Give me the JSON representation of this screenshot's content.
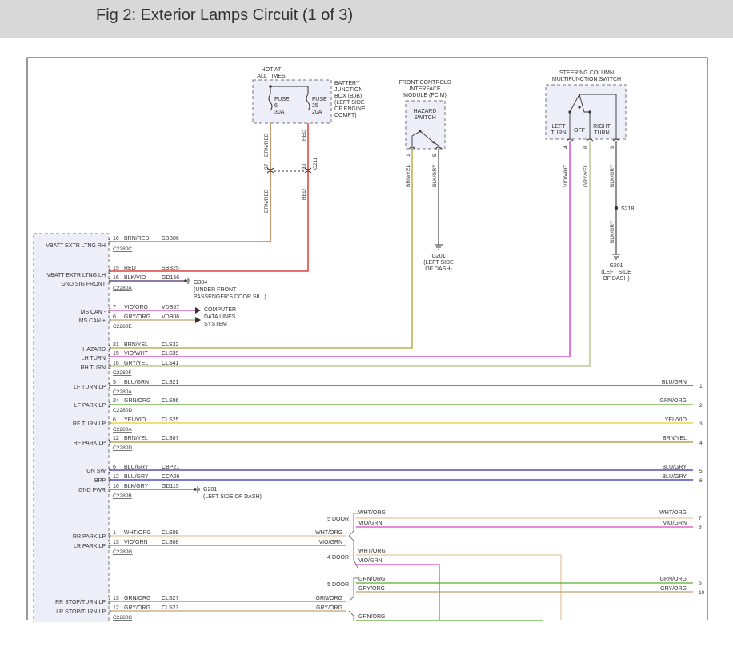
{
  "page_title": "Fig 2: Exterior Lamps Circuit (1 of 3)",
  "top": {
    "hot_at": [
      "HOT AT",
      "ALL TIMES"
    ],
    "bjb": [
      "BATTERY",
      "JUNCTION",
      "BOX (BJB)",
      "(LEFT SIDE",
      "OF ENGINE",
      "COMPT)"
    ],
    "fuse1": [
      "FUSE",
      "6",
      "30A"
    ],
    "fuse2": [
      "FUSE",
      "25",
      "20A"
    ],
    "wire_brnred": "BRN/RED",
    "wire_red": "RED",
    "pin37": "37",
    "pin30": "30",
    "c211": "C211",
    "fcim": [
      "FRONT CONTROLS",
      "INTERFACE",
      "MODULE (FCIM)"
    ],
    "hazard_switch": [
      "HAZARD",
      "SWITCH"
    ],
    "fcim_pin1": "1",
    "fcim_pin5": "5",
    "wire_brnyel": "BRN/YEL",
    "wire_blkgry": "BLK/GRY",
    "g201_mid": [
      "G201",
      "(LEFT SIDE",
      "OF DASH)"
    ],
    "steering": [
      "STEERING COLUMN",
      "MULTIFUNCTION SWITCH"
    ],
    "left_turn": [
      "LEFT",
      "TURN"
    ],
    "off": "OFF",
    "right_turn": [
      "RIGHT",
      "TURN"
    ],
    "sc_pin4": "4",
    "sc_pin8": "8",
    "sc_pin9": "9",
    "wire_viowht": "VIO/WHT",
    "wire_gryyel": "GRY/YEL",
    "wire_blkgry2": "BLK/GRY",
    "s218": "S218",
    "wire_blkgry3": "BLK/GRY",
    "g201_right": [
      "G201",
      "(LEFT SIDE",
      "OF DASH)"
    ]
  },
  "module": {
    "vbatt_rh": "VBATT EXTR LTNG RH",
    "vbatt_lh": "VBATT EXTR LTNG LH",
    "gnd_sig_front": "GND SIG FRONT",
    "ms_can_minus": "MS CAN -",
    "ms_can_plus": "MS CAN +",
    "hazard": "HAZARD",
    "lh_turn": "LH TURN",
    "rh_turn": "RH TURN",
    "lf_turn_lp": "LF TURN LP",
    "lf_park_lp": "LF PARK LP",
    "rf_turn_lp": "RF TURN LP",
    "rf_park_lp": "RF PARK LP",
    "ign_sw": "IGN SW",
    "bpp": "BPP",
    "gnd_pwr": "GND PWR",
    "rr_park_lp": "RR PARK LP",
    "lr_park_lp": "LR PARK LP",
    "rr_stop_turn_lp": "RR STOP/TURN LP",
    "lr_stop_turn_lp": "LR STOP/TURN LP"
  },
  "rows": {
    "r1": {
      "pin": "16",
      "color": "BRN/RED",
      "circuit": "SBB06",
      "conn": "C2280C"
    },
    "r2": {
      "pin": "15",
      "color": "RED",
      "circuit": "SBB25"
    },
    "r3": {
      "pin": "16",
      "color": "BLK/VIO",
      "circuit": "GD156",
      "conn": "C2280A"
    },
    "g304": [
      "G304",
      "(UNDER FRONT",
      "PASSENGER'S DOOR SILL)"
    ],
    "r4": {
      "pin": "7",
      "color": "VIO/ORG",
      "circuit": "VDB07"
    },
    "r5": {
      "pin": "6",
      "color": "GRY/ORG",
      "circuit": "VDB06",
      "conn": "C2280E"
    },
    "computer": [
      "COMPUTER",
      "DATA LINES",
      "SYSTEM"
    ],
    "r6": {
      "pin": "21",
      "color": "BRN/YEL",
      "circuit": "CLS32"
    },
    "r7": {
      "pin": "15",
      "color": "VIO/WHT",
      "circuit": "CLS39"
    },
    "r8": {
      "pin": "16",
      "color": "GRY/YEL",
      "circuit": "CLS41",
      "conn": "C2280F"
    },
    "r9": {
      "pin": "5",
      "color": "BLU/GRN",
      "circuit": "CLS21",
      "conn": "C2280A",
      "right": "BLU/GRN",
      "num": "1"
    },
    "r10": {
      "pin": "24",
      "color": "GRN/ORG",
      "circuit": "CLS06",
      "conn": "C2280D",
      "right": "GRN/ORG",
      "num": "2"
    },
    "r11": {
      "pin": "6",
      "color": "YEL/VIO",
      "circuit": "CLS25",
      "conn": "C2280A",
      "right": "YEL/VIO",
      "num": "3"
    },
    "r12": {
      "pin": "12",
      "color": "BRN/YEL",
      "circuit": "CLS07",
      "conn": "C2280D",
      "right": "BRN/YEL",
      "num": "4"
    },
    "r13": {
      "pin": "6",
      "color": "BLU/GRY",
      "circuit": "CBP21",
      "right": "BLU/GRY",
      "num": "5"
    },
    "r14": {
      "pin": "12",
      "color": "BLU/GRY",
      "circuit": "CCA26",
      "right": "BLU/GRY",
      "num": "6"
    },
    "r15": {
      "pin": "16",
      "color": "BLK/GRY",
      "circuit": "GD115",
      "conn": "C2280B"
    },
    "g201_low": [
      "G201",
      "(LEFT SIDE OF DASH)"
    ],
    "door5_a": "5 DOOR",
    "d5a_l1": "WHT/ORG",
    "d5a_l2": "VIO/GRN",
    "d5a_r1": "WHT/ORG",
    "d5a_r2": "VIO/GRN",
    "num7": "7",
    "num8": "8",
    "r16": {
      "pin": "1",
      "color": "WHT/ORG",
      "circuit": "CLS09",
      "end": "WHT/ORG"
    },
    "r17": {
      "pin": "13",
      "color": "VIO/GRN",
      "circuit": "CLS08",
      "end": "VIO/GRN",
      "conn": "C2280G"
    },
    "door4": "4 DOOR",
    "d4_l1": "WHT/ORG",
    "d4_l2": "VIO/GRN",
    "door5_b": "5 DOOR",
    "d5b_l1": "GRN/ORG",
    "d5b_l2": "GRY/ORG",
    "d5b_r1": "GRN/ORG",
    "d5b_r2": "GRY/ORG",
    "num9": "9",
    "num10": "10",
    "r18": {
      "pin": "13",
      "color": "GRN/ORG",
      "circuit": "CLS27",
      "end": "GRN/ORG"
    },
    "r19": {
      "pin": "12",
      "color": "GRY/ORG",
      "circuit": "CLS23",
      "end": "GRY/ORG",
      "conn": "C2280C"
    },
    "d_bottom": "GRN/ORG"
  }
}
